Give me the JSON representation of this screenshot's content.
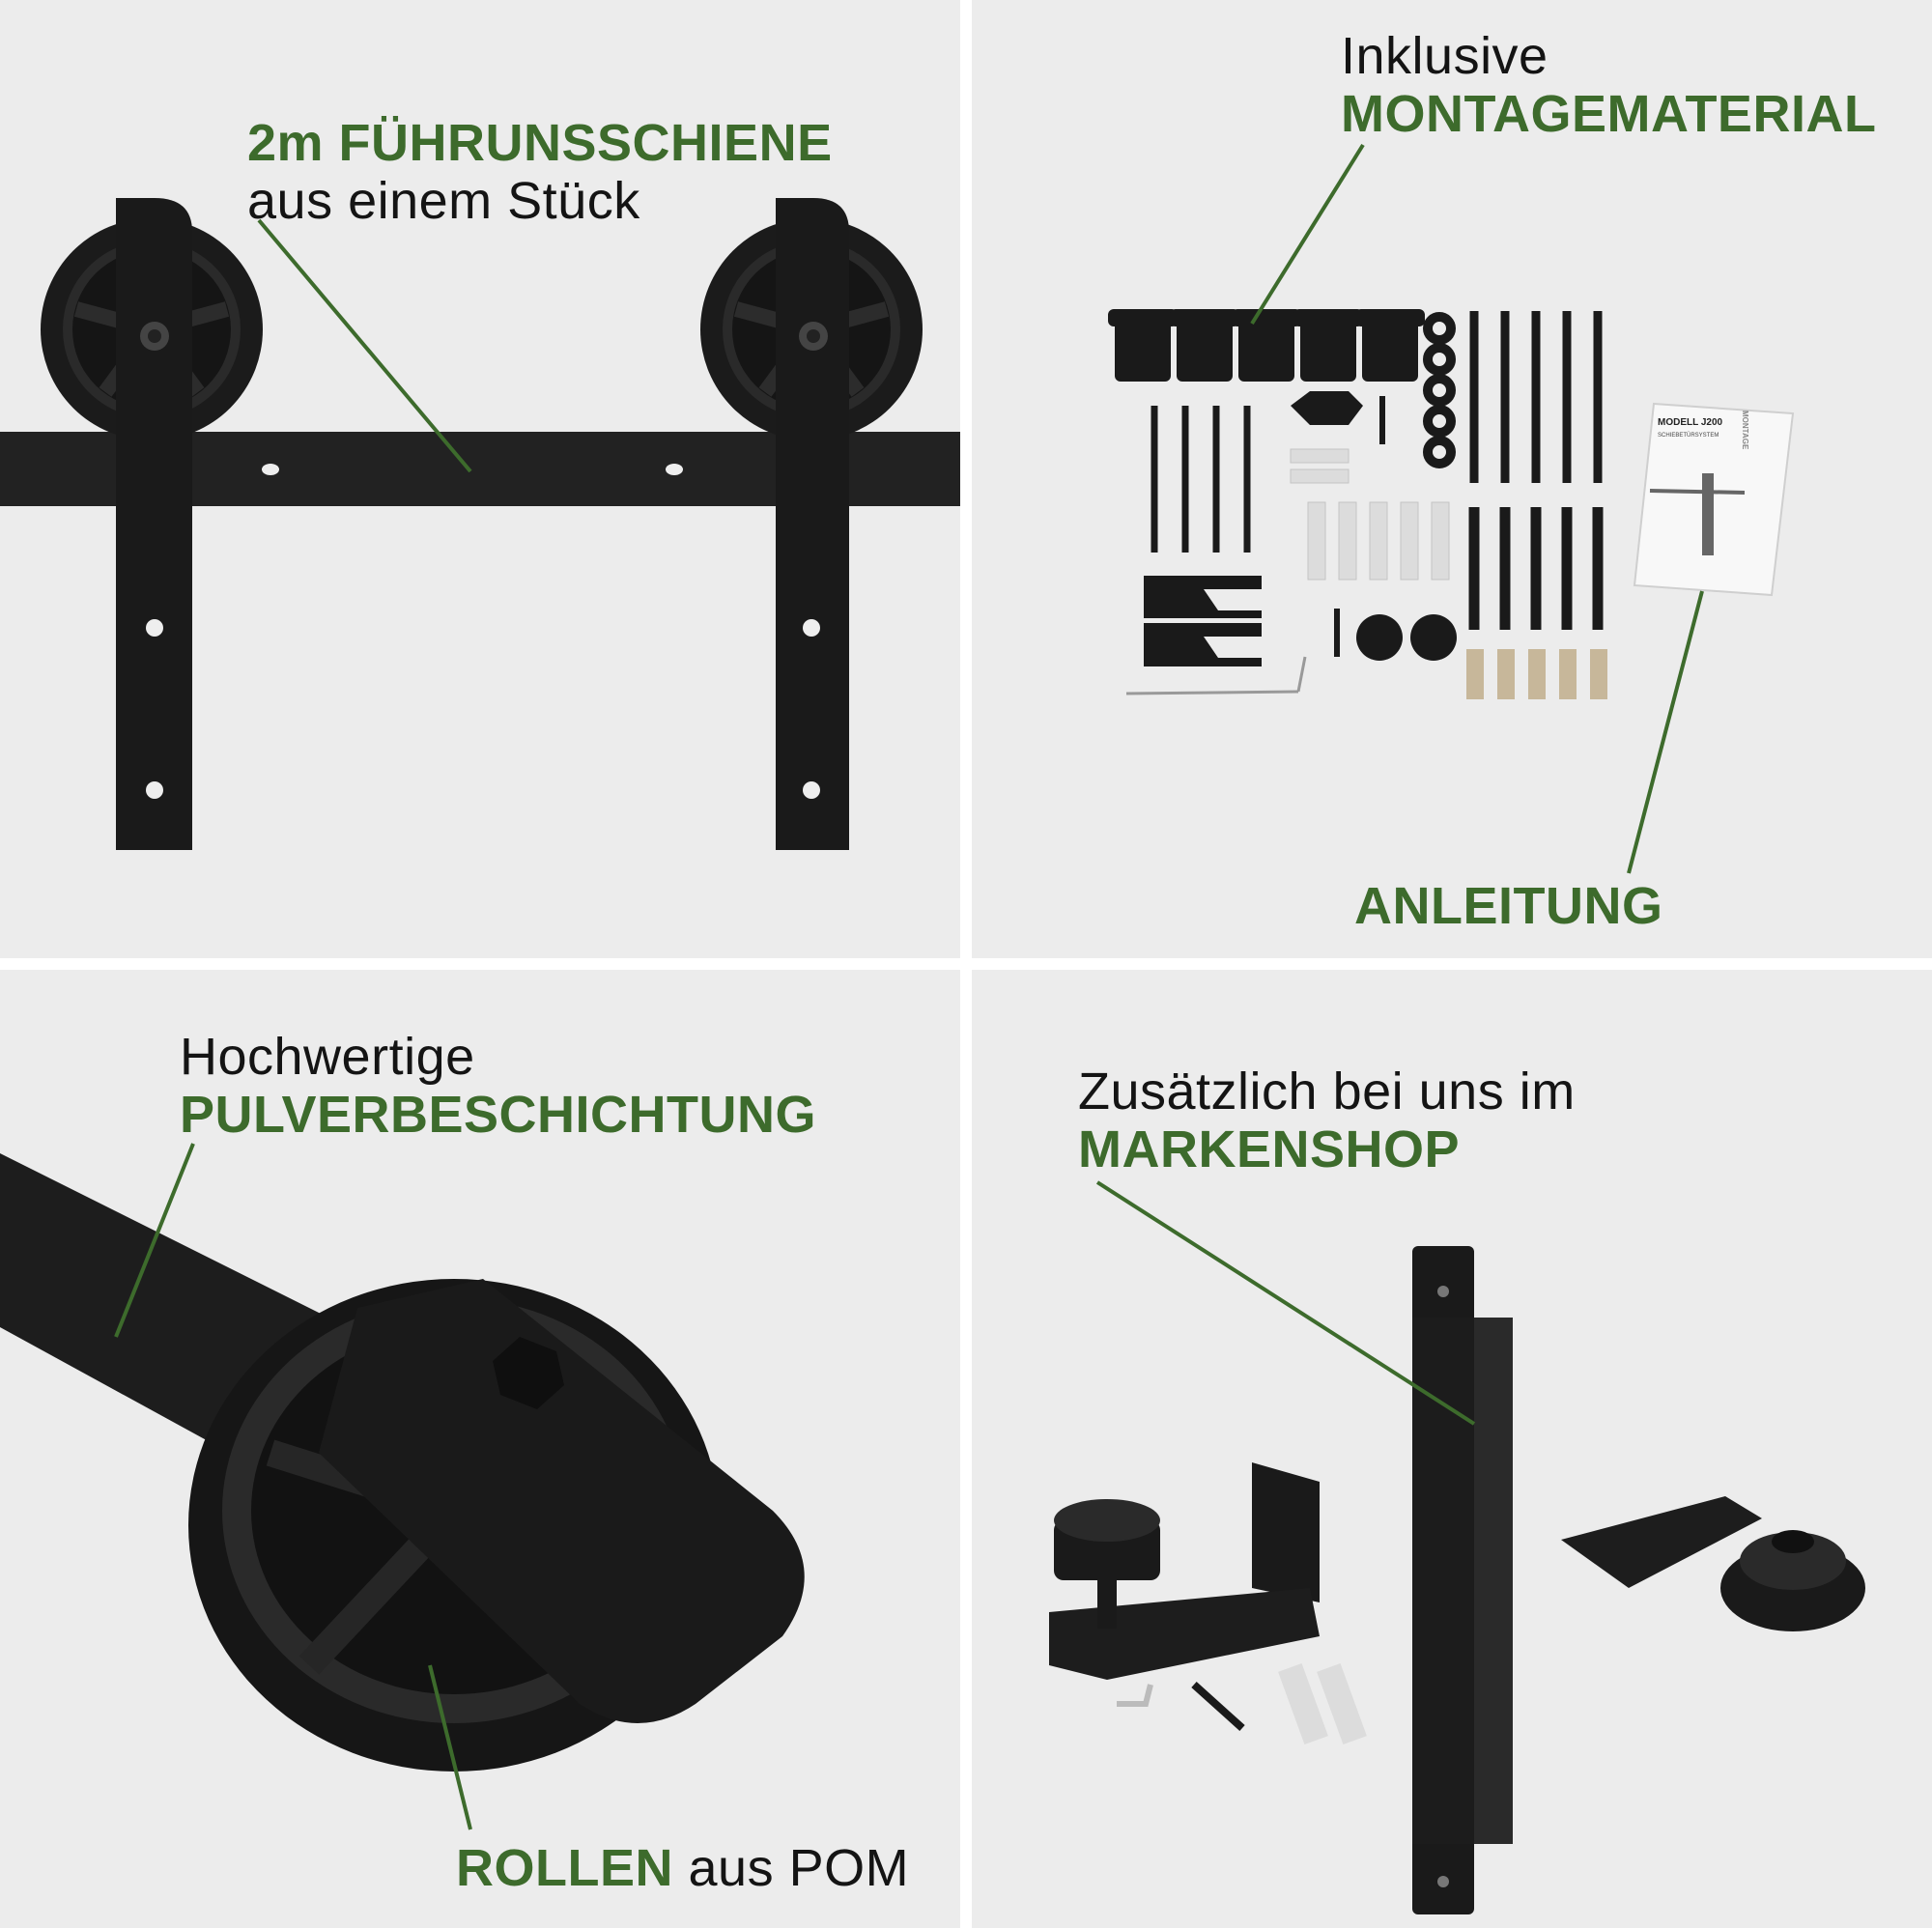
{
  "colors": {
    "accent_green": "#3d6b2c",
    "text_dark": "#141414",
    "background": "#ececec",
    "hardware_black": "#1b1b1b"
  },
  "panels": {
    "rail": {
      "title_green": "2m FÜHRUNSSCHIENE",
      "subtitle": "aus einem Stück"
    },
    "kit": {
      "intro": "Inklusive",
      "title_green": "MONTAGEMATERIAL",
      "manual_label": "ANLEITUNG",
      "manual_model": "MODELL J200",
      "manual_sub": "SCHIEBETÜRSYSTEM",
      "manual_side": "MONTAGE"
    },
    "coating": {
      "intro": "Hochwertige",
      "title_green": "PULVERBESCHICHTUNG",
      "rollers_green": "ROLLEN",
      "rollers_rest": "aus POM"
    },
    "shop": {
      "intro": "Zusätzlich bei uns im",
      "title_green": "MARKENSHOP"
    }
  }
}
